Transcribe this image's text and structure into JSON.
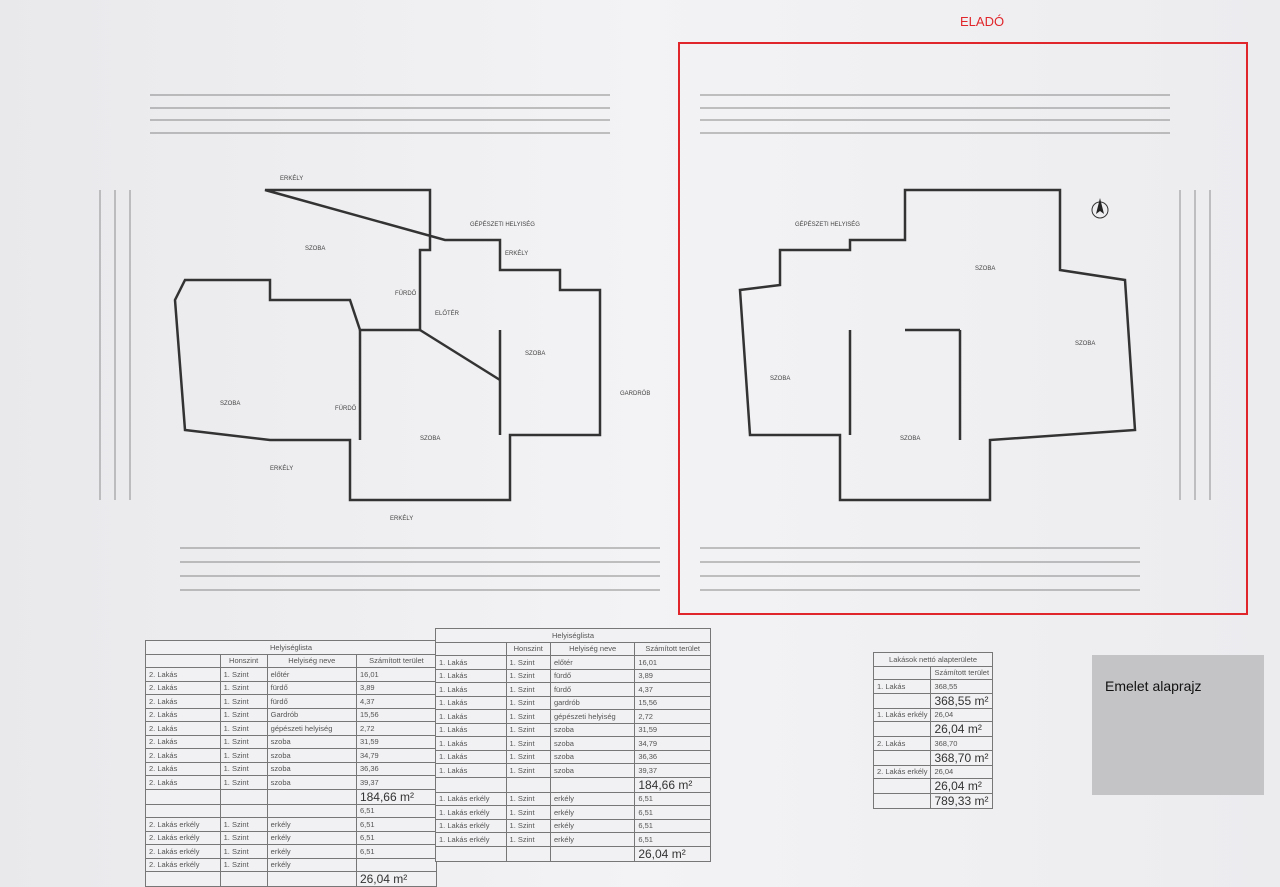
{
  "header": {
    "for_sale_label": "ELADÓ"
  },
  "plan": {
    "rooms": [
      "GÉPÉSZETI HELYISÉG",
      "SZOBA",
      "SZOBA",
      "SZOBA",
      "SZOBA",
      "ELŐTÉR",
      "FÜRDŐ",
      "FÜRDŐ",
      "GARDRÓB",
      "ERKÉLY",
      "ERKÉLY",
      "ERKÉLY",
      "ERKÉLY"
    ]
  },
  "table_left": {
    "title": "Helyiséglista",
    "headers": [
      "",
      "Honszint",
      "Helyiség neve",
      "Számított terület"
    ],
    "rows": [
      [
        "2. Lakás",
        "1. Szint",
        "előtér",
        "16,01"
      ],
      [
        "2. Lakás",
        "1. Szint",
        "fürdő",
        "3,89"
      ],
      [
        "2. Lakás",
        "1. Szint",
        "fürdő",
        "4,37"
      ],
      [
        "2. Lakás",
        "1. Szint",
        "Gardrób",
        "15,56"
      ],
      [
        "2. Lakás",
        "1. Szint",
        "gépészeti helyiség",
        "2,72"
      ],
      [
        "2. Lakás",
        "1. Szint",
        "szoba",
        "31,59"
      ],
      [
        "2. Lakás",
        "1. Szint",
        "szoba",
        "34,79"
      ],
      [
        "2. Lakás",
        "1. Szint",
        "szoba",
        "36,36"
      ],
      [
        "2. Lakás",
        "1. Szint",
        "szoba",
        "39,37"
      ]
    ],
    "subtotal": "184,66 m²",
    "balcony_rows": [
      [
        "",
        "",
        "",
        "6,51"
      ],
      [
        "2. Lakás erkély",
        "1. Szint",
        "erkély",
        "6,51"
      ],
      [
        "2. Lakás erkély",
        "1. Szint",
        "erkély",
        "6,51"
      ],
      [
        "2. Lakás erkély",
        "1. Szint",
        "erkély",
        "6,51"
      ],
      [
        "2. Lakás erkély",
        "1. Szint",
        "erkély",
        ""
      ]
    ],
    "balcony_total": "26,04 m²"
  },
  "table_right": {
    "title": "Helyiséglista",
    "headers": [
      "",
      "Honszint",
      "Helyiség neve",
      "Számított terület"
    ],
    "rows": [
      [
        "1. Lakás",
        "1. Szint",
        "előtér",
        "16,01"
      ],
      [
        "1. Lakás",
        "1. Szint",
        "fürdő",
        "3,89"
      ],
      [
        "1. Lakás",
        "1. Szint",
        "fürdő",
        "4,37"
      ],
      [
        "1. Lakás",
        "1. Szint",
        "gardrób",
        "15,56"
      ],
      [
        "1. Lakás",
        "1. Szint",
        "gépészeti helyiség",
        "2,72"
      ],
      [
        "1. Lakás",
        "1. Szint",
        "szoba",
        "31,59"
      ],
      [
        "1. Lakás",
        "1. Szint",
        "szoba",
        "34,79"
      ],
      [
        "1. Lakás",
        "1. Szint",
        "szoba",
        "36,36"
      ],
      [
        "1. Lakás",
        "1. Szint",
        "szoba",
        "39,37"
      ]
    ],
    "subtotal": "184,66 m²",
    "balcony_rows": [
      [
        "1. Lakás erkély",
        "1. Szint",
        "erkély",
        "6,51"
      ],
      [
        "1. Lakás erkély",
        "1. Szint",
        "erkély",
        "6,51"
      ],
      [
        "1. Lakás erkély",
        "1. Szint",
        "erkély",
        "6,51"
      ],
      [
        "1. Lakás erkély",
        "1. Szint",
        "erkély",
        "6,51"
      ]
    ],
    "balcony_total": "26,04 m²"
  },
  "summary": {
    "title": "Lakások nettó alapterülete",
    "header": "Számított terület",
    "rows": [
      {
        "label": "1. Lakás",
        "value": "368,55",
        "total": "368,55 m²"
      },
      {
        "label": "1. Lakás erkély",
        "value": "26,04",
        "total": "26,04 m²"
      },
      {
        "label": "2. Lakás",
        "value": "368,70",
        "total": "368,70 m²"
      },
      {
        "label": "2. Lakás erkély",
        "value": "26,04",
        "total": "26,04 m²"
      }
    ],
    "grand_total": "789,33 m²"
  },
  "caption": {
    "text": "Emelet alaprajz"
  }
}
